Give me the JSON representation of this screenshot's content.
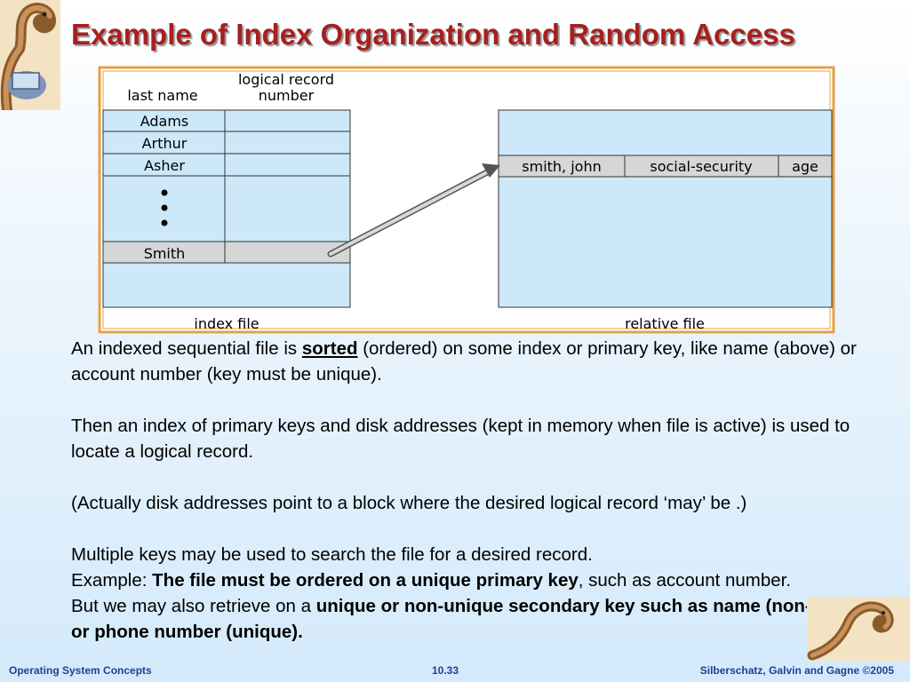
{
  "slide": {
    "title": "Example of Index Organization and Random Access",
    "figure": {
      "index_header_col1": "last name",
      "index_header_col2_line1": "logical record",
      "index_header_col2_line2": "number",
      "index_entries": [
        "Adams",
        "Arthur",
        "Asher",
        "Smith"
      ],
      "ellipsis": "•\n•\n•",
      "index_label": "index file",
      "relative_record": [
        "smith, john",
        "social-security",
        "age"
      ],
      "relative_label": "relative file"
    },
    "paragraphs": {
      "p1_pre": "An indexed sequential file is ",
      "p1_bold": "sorted",
      "p1_post": " (ordered) on some index or primary key, like name (above) or account number (key must be unique).",
      "p2": "Then an index of primary keys and disk addresses (kept in memory when file is active) is used to locate a logical record.",
      "p3": "(Actually disk addresses point to a block where the desired logical record ‘may’ be .)",
      "p4": "Multiple keys may be used to search the file for a desired record.",
      "p5_pre": "Example: ",
      "p5_bold": "The file must be ordered on a unique primary key",
      "p5_post": ", such as account number.",
      "p6_pre": "But we may also retrieve on a ",
      "p6_bold": "unique or non-unique secondary key such as name (non-unique) or phone number (unique)."
    },
    "footer": {
      "left": "Operating System Concepts",
      "center": "10.33",
      "right": "Silberschatz, Galvin and Gagne ©2005"
    }
  }
}
